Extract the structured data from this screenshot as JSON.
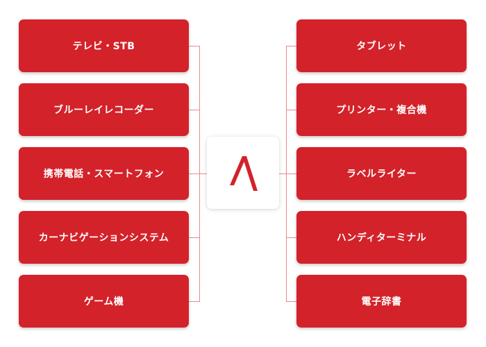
{
  "left_items": [
    {
      "label": "テレビ・STB"
    },
    {
      "label": "ブルーレイレコーダー"
    },
    {
      "label": "携帯電話・スマートフォン"
    },
    {
      "label": "カーナビゲーションシステム"
    },
    {
      "label": "ゲーム機"
    }
  ],
  "right_items": [
    {
      "label": "タブレット"
    },
    {
      "label": "プリンター・複合機"
    },
    {
      "label": "ラベルライター"
    },
    {
      "label": "ハンディターミナル"
    },
    {
      "label": "電子辞書"
    }
  ],
  "colors": {
    "box": "#d3222a",
    "connector": "#e58a8f",
    "logo": "#d3222a"
  },
  "center_icon": "brand-logo-icon"
}
